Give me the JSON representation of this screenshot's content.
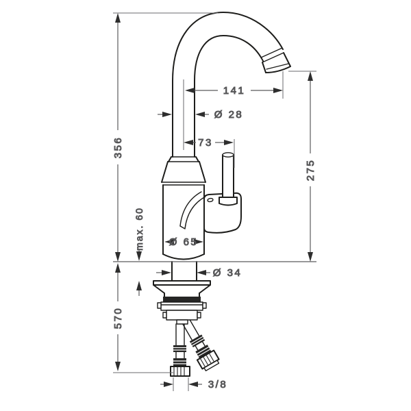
{
  "drawing": {
    "colors": {
      "outline": "#1d1d1b",
      "dimension_line": "#5a5a5c",
      "text": "#434343",
      "background": "#ffffff"
    },
    "dimensions": {
      "overall_height": "356",
      "height_incl_hoses": "570",
      "outlet_height": "275",
      "spout_reach": "141",
      "spout_pipe_diameter": "Ø 28",
      "spout_to_handle_offset": "73",
      "max_mounting_thickness": "max. 60",
      "base_diameter": "Ø 65",
      "shank_diameter": "Ø 34",
      "hose_thread": "3/8"
    }
  }
}
